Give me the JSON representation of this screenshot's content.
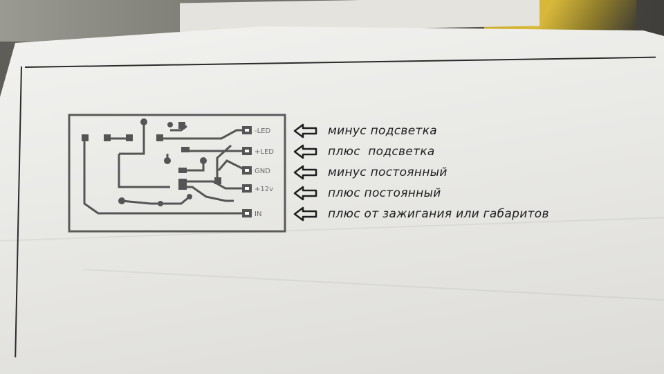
{
  "pins": [
    "-LED",
    "+LED",
    "GND",
    "+12v",
    "IN"
  ],
  "legend": [
    {
      "text": "минус подсветка",
      "icon": "left-arrow-icon"
    },
    {
      "text": "плюс  подсветка",
      "icon": "left-arrow-icon"
    },
    {
      "text": "минус постоянный",
      "icon": "left-arrow-icon"
    },
    {
      "text": "плюс постоянный",
      "icon": "left-arrow-icon"
    },
    {
      "text": "плюс от зажигания или габаритов",
      "icon": "left-arrow-icon"
    }
  ],
  "colors": {
    "ink": "#1e1e1e",
    "pcb_trace": "#555555",
    "paper": "#efefec"
  }
}
